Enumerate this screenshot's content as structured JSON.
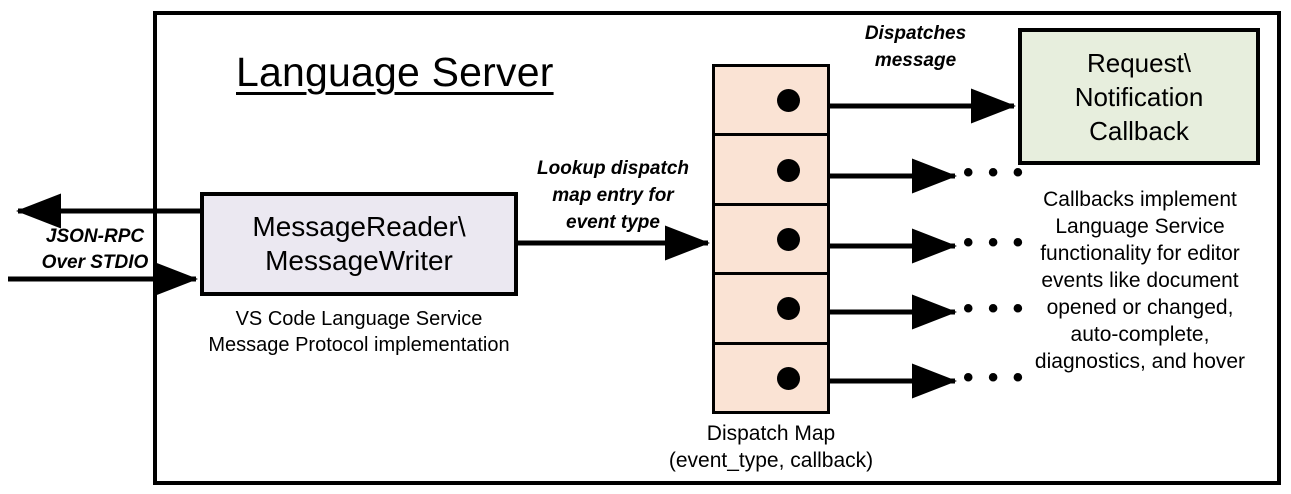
{
  "diagram": {
    "title": "Language Server",
    "frame_border_color": "#000000"
  },
  "io": {
    "label_line1": "JSON-RPC",
    "label_line2": "Over STDIO"
  },
  "message_reader": {
    "line1": "MessageReader\\",
    "line2": "MessageWriter",
    "fill_color": "#ebe8f1",
    "caption_line1": "VS Code Language Service",
    "caption_line2": "Message Protocol implementation"
  },
  "lookup": {
    "line1": "Lookup dispatch",
    "line2": "map entry for",
    "line3": "event type"
  },
  "dispatch_map": {
    "fill_color": "#fae3d4",
    "caption_line1": "Dispatch Map",
    "caption_line2": "(event_type, callback)",
    "cells": [
      {
        "dot": "●"
      },
      {
        "dot": "●"
      },
      {
        "dot": "●"
      },
      {
        "dot": "●"
      },
      {
        "dot": "●"
      }
    ]
  },
  "dispatches": {
    "line1": "Dispatches",
    "line2": "message"
  },
  "callback": {
    "line1": "Request\\",
    "line2": "Notification",
    "line3": "Callback",
    "fill_color": "#e7eedd",
    "description": [
      "Callbacks implement",
      "Language Service",
      "functionality for editor",
      "events like document",
      "opened or changed,",
      "auto-complete,",
      "diagnostics, and hover"
    ]
  },
  "ellipses": [
    {
      "text": "• • •"
    },
    {
      "text": "• • •"
    },
    {
      "text": "• • •"
    },
    {
      "text": "• • •"
    }
  ]
}
